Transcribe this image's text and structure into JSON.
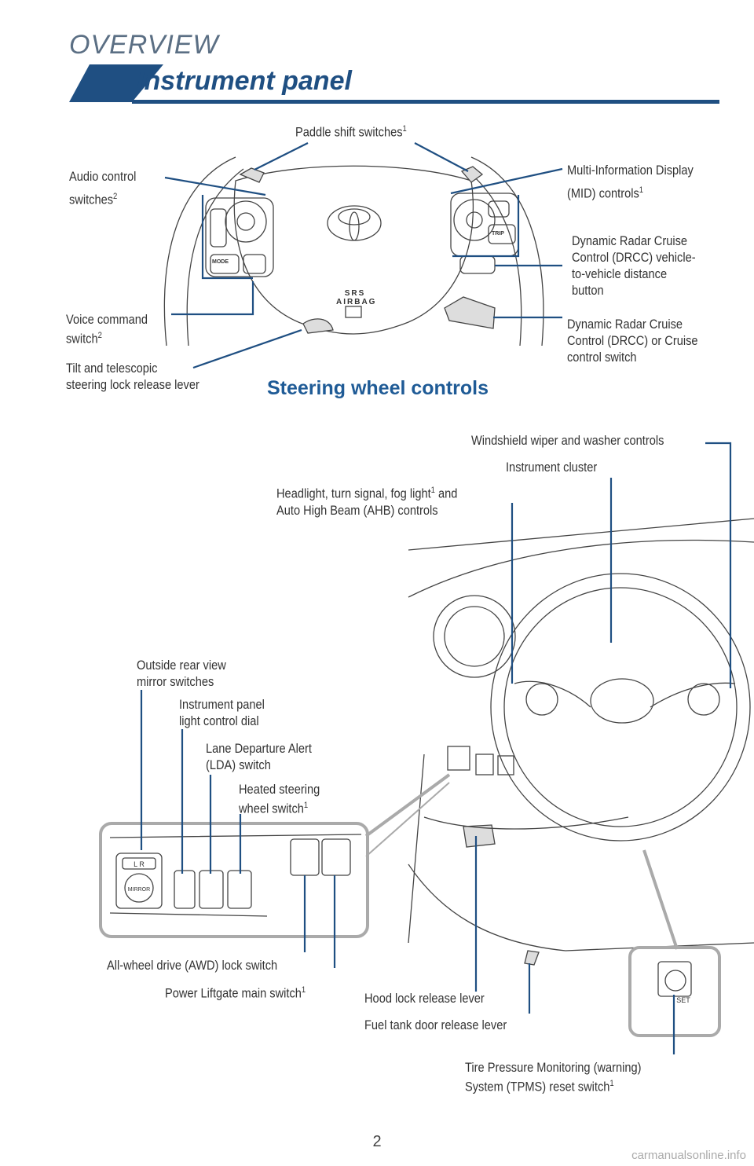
{
  "header": {
    "section": "OVERVIEW",
    "title": "Instrument panel"
  },
  "steering": {
    "heading": "Steering wheel controls",
    "paddle": "Paddle shift switches",
    "audio_1": "Audio control",
    "audio_2": "switches",
    "mid_1": "Multi-Information Display",
    "mid_2": "(MID) controls",
    "drcc_dist_1": "Dynamic Radar Cruise",
    "drcc_dist_2": "Control (DRCC) vehicle-",
    "drcc_dist_3": "to-vehicle distance",
    "drcc_dist_4": "button",
    "voice_1": "Voice command",
    "voice_2": "switch",
    "drcc_sw_1": "Dynamic Radar Cruise",
    "drcc_sw_2": "Control (DRCC) or Cruise",
    "drcc_sw_3": "control switch",
    "tilt_1": "Tilt and telescopic",
    "tilt_2": "steering lock release lever",
    "airbag_1": "SRS",
    "airbag_2": "AIRBAG",
    "mode_btn": "MODE",
    "trip_btn": "TRIP"
  },
  "dash": {
    "wiper": "Windshield wiper and washer controls",
    "cluster": "Instrument cluster",
    "headlight_1": "Headlight, turn signal, fog light",
    "headlight_1b": " and",
    "headlight_2": "Auto High Beam (AHB) controls",
    "mirror_1": "Outside rear view",
    "mirror_2": "mirror switches",
    "dial_1": "Instrument panel",
    "dial_2": "light control dial",
    "lda_1": "Lane Departure Alert",
    "lda_2": "(LDA) switch",
    "heated_1": "Heated steering",
    "heated_2": "wheel switch",
    "awd": "All-wheel drive (AWD) lock switch",
    "liftgate": "Power Liftgate main switch",
    "hood": "Hood lock release lever",
    "fuel": "Fuel tank door release lever",
    "tpms_1": "Tire Pressure Monitoring (warning)",
    "tpms_2": "System (TPMS) reset switch",
    "mirror_btn": "MIRROR",
    "mirror_lr": "L  R",
    "set_btn": "SET"
  },
  "footnote_1": "1",
  "footnote_2": "2",
  "page_number": "2",
  "watermark": "carmanualsonline.info",
  "colors": {
    "accent": "#1f4f82",
    "callout": "#1f4f82"
  }
}
